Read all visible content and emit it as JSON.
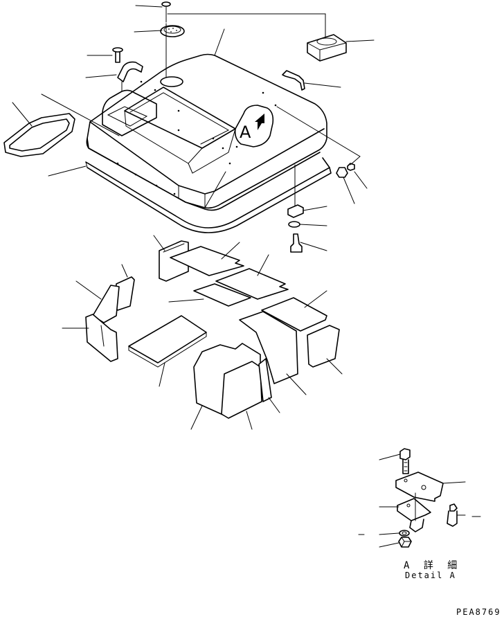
{
  "callout": {
    "view_letter": "A"
  },
  "detail": {
    "title_jp": "A 詳 細",
    "title_en": "Detail A"
  },
  "drawing": {
    "number": "PEA8769"
  },
  "colors": {
    "ink": "#000000",
    "paper": "#ffffff"
  }
}
